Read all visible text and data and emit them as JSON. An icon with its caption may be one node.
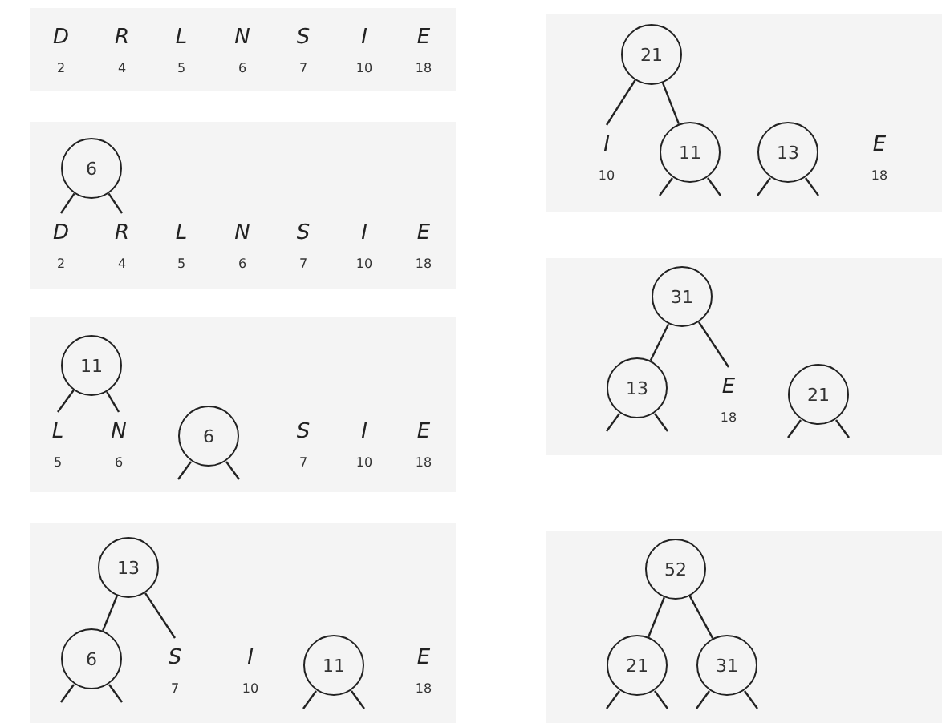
{
  "diagram": {
    "nodes": [
      {
        "text": [],
        "shape": "box"
      },
      {
        "text": [
          "D",
          "2"
        ],
        "in": 0
      },
      {
        "text": [
          "R",
          "4"
        ],
        "in": 0
      },
      {
        "text": [
          "L",
          "5"
        ],
        "in": 0
      },
      {
        "text": [
          "N",
          "6"
        ],
        "in": 0
      },
      {
        "text": [
          "S",
          "7"
        ],
        "in": 0
      },
      {
        "text": [
          "I",
          "10"
        ],
        "in": 0
      },
      {
        "text": [
          "E",
          "18"
        ],
        "in": 0
      },
      {
        "text": [],
        "shape": "box"
      },
      {
        "text": [
          "6"
        ],
        "in": 8
      },
      {
        "text": [
          "D",
          "2"
        ],
        "in": 8
      },
      {
        "text": [
          "R",
          "4"
        ],
        "in": 8
      },
      {
        "text": [
          "L",
          "5"
        ],
        "in": 8
      },
      {
        "text": [
          "N",
          "6"
        ],
        "in": 8
      },
      {
        "text": [
          "S",
          "7"
        ],
        "in": 8
      },
      {
        "text": [
          "I",
          "10"
        ],
        "in": 8
      },
      {
        "text": [
          "E",
          "18"
        ],
        "in": 8
      },
      {
        "text": [],
        "shape": "box"
      },
      {
        "text": [
          "11"
        ],
        "in": 17
      },
      {
        "text": [
          "L",
          "5"
        ],
        "in": 17
      },
      {
        "text": [
          "N",
          "6"
        ],
        "in": 17
      },
      {
        "text": [
          "6"
        ],
        "in": 17
      },
      {
        "text": [
          "S",
          "7"
        ],
        "in": 17
      },
      {
        "text": [
          "I",
          "10"
        ],
        "in": 17
      },
      {
        "text": [
          "E",
          "18"
        ],
        "in": 17
      },
      {
        "text": [],
        "shape": "box"
      },
      {
        "text": [
          "13"
        ],
        "in": 25
      },
      {
        "text": [
          "6"
        ],
        "in": 25
      },
      {
        "text": [
          "S",
          "7"
        ],
        "in": 25
      },
      {
        "text": [
          "I",
          "10"
        ],
        "in": 25
      },
      {
        "text": [
          "11"
        ],
        "in": 25
      },
      {
        "text": [
          "E",
          "18"
        ],
        "in": 25
      },
      {
        "text": [],
        "shape": "box"
      },
      {
        "text": [
          "21"
        ],
        "in": 32
      },
      {
        "text": [
          "I",
          "10"
        ],
        "in": 32
      },
      {
        "text": [
          "11"
        ],
        "in": 32
      },
      {
        "text": [
          "13"
        ],
        "in": 32
      },
      {
        "text": [
          "E",
          "18"
        ],
        "in": 32
      },
      {
        "text": [],
        "shape": "box"
      },
      {
        "text": [
          "31"
        ],
        "in": 38
      },
      {
        "text": [
          "13"
        ],
        "in": 38
      },
      {
        "text": [
          "E",
          "18"
        ],
        "in": 38
      },
      {
        "text": [
          "21"
        ],
        "in": 38
      },
      {
        "text": [],
        "shape": "box"
      },
      {
        "text": [
          "52"
        ],
        "in": 43
      },
      {
        "text": [
          "21"
        ],
        "in": 43
      },
      {
        "text": [
          "31"
        ],
        "in": 43
      }
    ],
    "edges": [
      {
        "from": 9,
        "to": 10,
        "arrow": "none"
      },
      {
        "from": 9,
        "to": 11,
        "arrow": "none"
      },
      {
        "from": 18,
        "to": 19,
        "arrow": "none"
      },
      {
        "from": 18,
        "to": 20,
        "arrow": "none"
      },
      {
        "from": 21,
        "to": null,
        "arrow": "none"
      },
      {
        "from": 21,
        "to": null,
        "arrow": "none"
      },
      {
        "from": 26,
        "to": 27,
        "arrow": "none"
      },
      {
        "from": 26,
        "to": 28,
        "arrow": "none"
      },
      {
        "from": 27,
        "to": null,
        "arrow": "none"
      },
      {
        "from": 27,
        "to": null,
        "arrow": "none"
      },
      {
        "from": 30,
        "to": null,
        "arrow": "none"
      },
      {
        "from": 30,
        "to": null,
        "arrow": "none"
      },
      {
        "from": 33,
        "to": 34,
        "arrow": "none"
      },
      {
        "from": 33,
        "to": 35,
        "arrow": "none"
      },
      {
        "from": 35,
        "to": null,
        "arrow": "none"
      },
      {
        "from": 35,
        "to": null,
        "arrow": "none"
      },
      {
        "from": 36,
        "to": null,
        "arrow": "none"
      },
      {
        "from": 36,
        "to": null,
        "arrow": "none"
      },
      {
        "from": 39,
        "to": 40,
        "arrow": "none"
      },
      {
        "from": 39,
        "to": 41,
        "arrow": "none"
      },
      {
        "from": 40,
        "to": null,
        "arrow": "none"
      },
      {
        "from": 40,
        "to": null,
        "arrow": "none"
      },
      {
        "from": 42,
        "to": null,
        "arrow": "none"
      },
      {
        "from": 42,
        "to": null,
        "arrow": "none"
      },
      {
        "from": 44,
        "to": 45,
        "arrow": "none"
      },
      {
        "from": 44,
        "to": 46,
        "arrow": "none"
      },
      {
        "from": 45,
        "to": null,
        "arrow": "none"
      },
      {
        "from": 45,
        "to": null,
        "arrow": "none"
      },
      {
        "from": 46,
        "to": null,
        "arrow": "none"
      },
      {
        "from": 46,
        "to": null,
        "arrow": "none"
      }
    ]
  }
}
